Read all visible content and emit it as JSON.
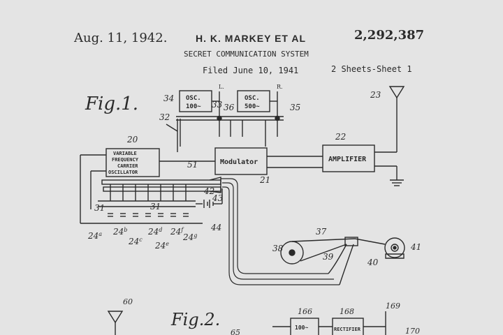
{
  "header": {
    "date": "Aug. 11, 1942.",
    "inventors": "H. K. MARKEY ET AL",
    "patent_number": "2,292,387",
    "title": "SECRET COMMUNICATION SYSTEM",
    "filed": "Filed June 10, 1941",
    "sheets": "2 Sheets-Sheet 1"
  },
  "fig1": {
    "title": "Fig.1.",
    "osc_left": {
      "line1": "OSC.",
      "line2": "100~"
    },
    "osc_right": {
      "line1": "OSC.",
      "line2": "500~"
    },
    "vfo": {
      "line1": "VARIABLE",
      "line2": "FREQUENCY",
      "line3": "CARRIER",
      "line4": "OSCILLATOR"
    },
    "modulator": "Modulator",
    "amplifier": "AMPLIFIER",
    "letter_l": "L.",
    "letter_r": "R.",
    "refs": {
      "r20": "20",
      "r21": "21",
      "r22": "22",
      "r23": "23",
      "r31a": "31",
      "r31b": "31",
      "r32": "32",
      "r33": "33",
      "r34": "34",
      "r35": "35",
      "r36": "36",
      "r37": "37",
      "r38": "38",
      "r39": "39",
      "r40": "40",
      "r41": "41",
      "r42": "42",
      "r43": "43",
      "r44": "44",
      "r51": "51"
    },
    "contacts": [
      {
        "num": "24",
        "sup": "a"
      },
      {
        "num": "24",
        "sup": "b"
      },
      {
        "num": "24",
        "sup": "c"
      },
      {
        "num": "24",
        "sup": "d"
      },
      {
        "num": "24",
        "sup": "e"
      },
      {
        "num": "24",
        "sup": "f"
      },
      {
        "num": "24",
        "sup": "g"
      }
    ]
  },
  "fig2": {
    "title": "Fig.2.",
    "refs": {
      "r60": "60",
      "r65": "65",
      "r166": "166",
      "r168": "168",
      "r169": "169",
      "r170": "170"
    },
    "osc_label": "100~",
    "rectifier": "RECTIFIER"
  }
}
